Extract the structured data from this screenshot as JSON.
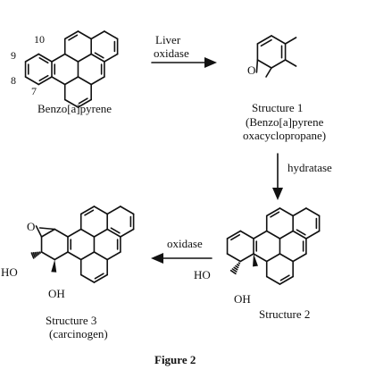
{
  "figure": {
    "caption": "Figure 2",
    "numbering": {
      "n10": "10",
      "n9": "9",
      "n8": "8",
      "n7": "7"
    },
    "compounds": {
      "benzopyrene": {
        "name": "Benzo[a]pyrene"
      },
      "structure1": {
        "title": "Structure 1",
        "line2": "(Benzo[a]pyrene",
        "line3": "oxacyclopropane)",
        "atom_o": "O"
      },
      "structure2": {
        "title": "Structure 2",
        "atom_ho": "HO",
        "atom_oh": "OH"
      },
      "structure3": {
        "title": "Structure 3",
        "subtitle": "(carcinogen)",
        "atom_o": "O",
        "atom_ho": "HO",
        "atom_oh": "OH"
      }
    },
    "arrows": {
      "liver": {
        "line1": "Liver",
        "line2": "oxidase"
      },
      "hydratase": {
        "label": "hydratase"
      },
      "oxidase": {
        "label": "oxidase"
      }
    },
    "colors": {
      "ink": "#111111",
      "background": "#ffffff"
    }
  }
}
